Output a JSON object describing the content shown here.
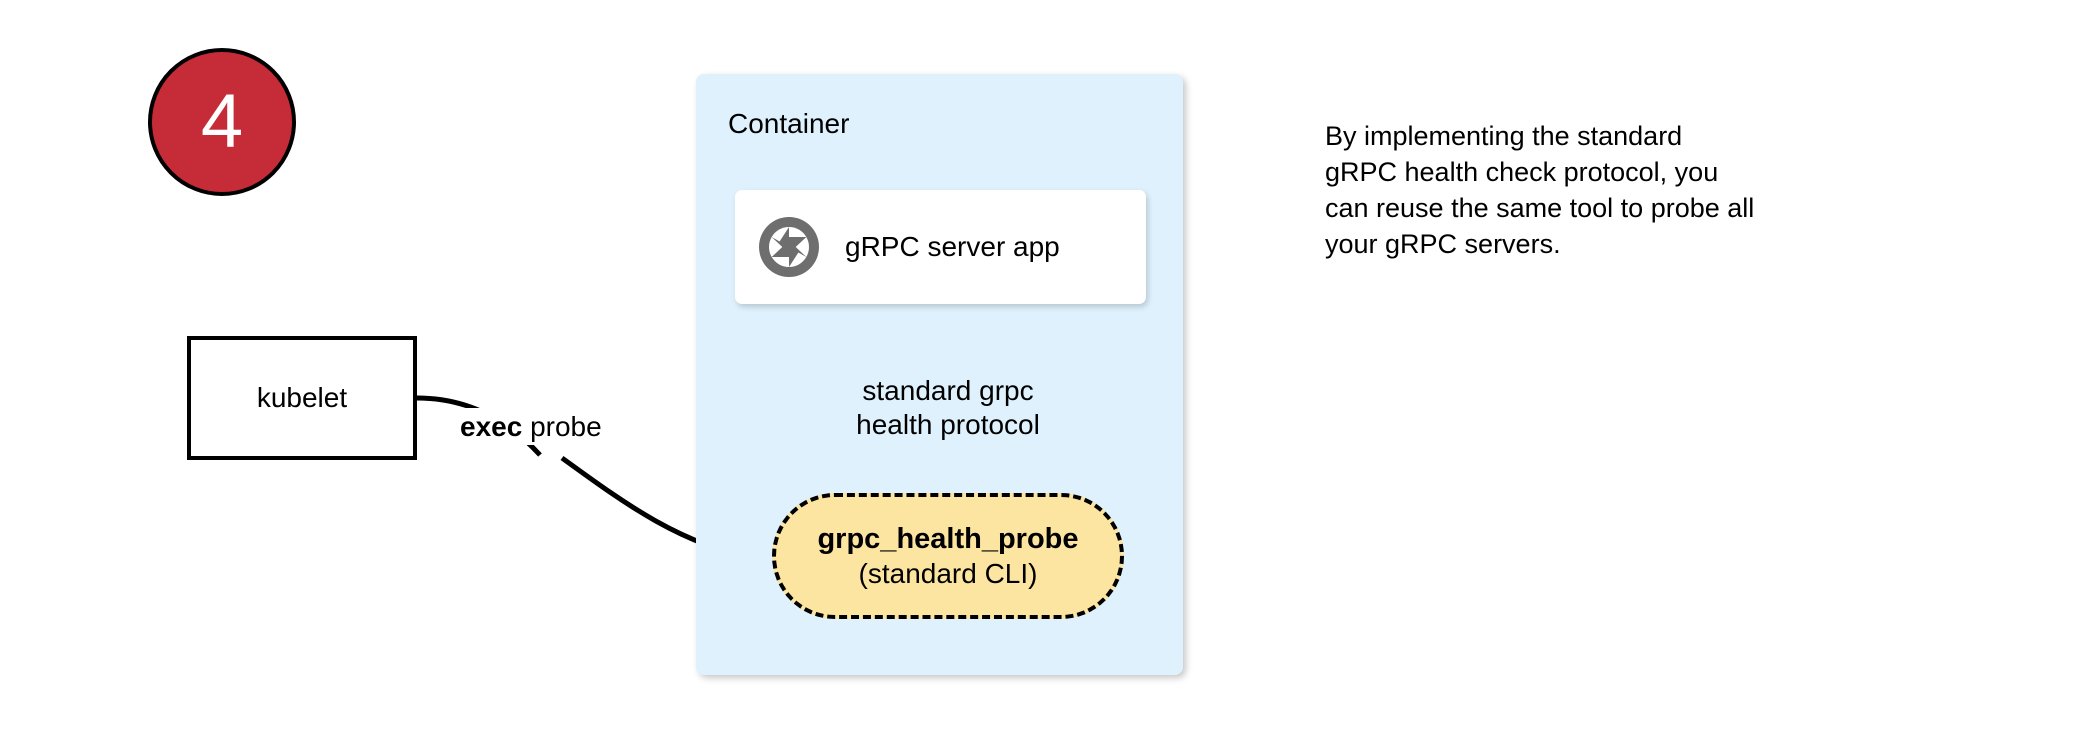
{
  "step": {
    "number": "4",
    "color": "#C62B38"
  },
  "container": {
    "label": "Container",
    "fill": "#DEF1FC"
  },
  "server_app": {
    "label": "gRPC server app",
    "icon": "aperture-icon",
    "icon_color": "#6E6E6E"
  },
  "probe": {
    "title": "grpc_health_probe",
    "subtitle": "(standard CLI)",
    "fill": "#FCE5A0",
    "border": "#000000"
  },
  "kubelet": {
    "label": "kubelet"
  },
  "edges": {
    "exec_probe": {
      "bold_part": "exec",
      "rest": " probe"
    },
    "protocol": {
      "line1": "standard grpc",
      "line2": "health protocol"
    }
  },
  "annotation": {
    "line1": "By implementing the standard",
    "line2": "gRPC health check protocol, you",
    "line3": "can reuse the same tool to probe all",
    "line4": "your gRPC servers."
  }
}
